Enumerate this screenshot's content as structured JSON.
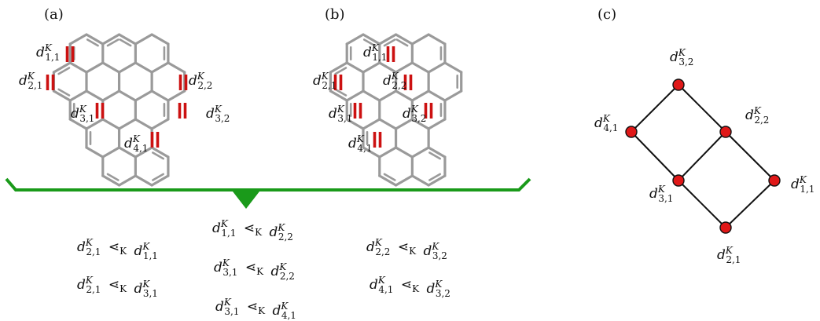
{
  "panels": {
    "a": "(a)",
    "b": "(b)",
    "c": "(c)"
  },
  "colors": {
    "bonds": "#9a9a9a",
    "highlight": "#cc1111",
    "bracket": "#1a9a1a",
    "node": "#e01818",
    "edge": "#111111"
  },
  "panel_a_labels": [
    {
      "base": "d",
      "sup": "K",
      "sub": "1,1"
    },
    {
      "base": "d",
      "sup": "K",
      "sub": "2,1"
    },
    {
      "base": "d",
      "sup": "K",
      "sub": "2,2"
    },
    {
      "base": "d",
      "sup": "K",
      "sub": "3,1"
    },
    {
      "base": "d",
      "sup": "K",
      "sub": "3,2"
    },
    {
      "base": "d",
      "sup": "K",
      "sub": "4,1"
    }
  ],
  "panel_b_labels": [
    {
      "base": "d",
      "sup": "K",
      "sub": "1,1"
    },
    {
      "base": "d",
      "sup": "K",
      "sub": "2,1"
    },
    {
      "base": "d",
      "sup": "K",
      "sub": "2,2"
    },
    {
      "base": "d",
      "sup": "K",
      "sub": "3,1"
    },
    {
      "base": "d",
      "sup": "K",
      "sub": "3,2"
    },
    {
      "base": "d",
      "sup": "K",
      "sub": "4,1"
    }
  ],
  "panel_c_nodes": [
    {
      "id": "3,2",
      "label": {
        "base": "d",
        "sup": "K",
        "sub": "3,2"
      }
    },
    {
      "id": "4,1",
      "label": {
        "base": "d",
        "sup": "K",
        "sub": "4,1"
      }
    },
    {
      "id": "2,2",
      "label": {
        "base": "d",
        "sup": "K",
        "sub": "2,2"
      }
    },
    {
      "id": "3,1",
      "label": {
        "base": "d",
        "sup": "K",
        "sub": "3,1"
      }
    },
    {
      "id": "1,1",
      "label": {
        "base": "d",
        "sup": "K",
        "sub": "1,1"
      }
    },
    {
      "id": "2,1",
      "label": {
        "base": "d",
        "sup": "K",
        "sub": "2,1"
      }
    }
  ],
  "panel_c_edges": [
    [
      "3,2",
      "4,1"
    ],
    [
      "3,2",
      "2,2"
    ],
    [
      "4,1",
      "3,1"
    ],
    [
      "2,2",
      "3,1"
    ],
    [
      "2,2",
      "1,1"
    ],
    [
      "3,1",
      "2,1"
    ],
    [
      "1,1",
      "2,1"
    ]
  ],
  "relations": [
    {
      "left": {
        "base": "d",
        "sup": "K",
        "sub": "2,1"
      },
      "op": "⋖",
      "opsub": "K",
      "right": {
        "base": "d",
        "sup": "K",
        "sub": "1,1"
      }
    },
    {
      "left": {
        "base": "d",
        "sup": "K",
        "sub": "2,1"
      },
      "op": "⋖",
      "opsub": "K",
      "right": {
        "base": "d",
        "sup": "K",
        "sub": "3,1"
      }
    },
    {
      "left": {
        "base": "d",
        "sup": "K",
        "sub": "1,1"
      },
      "op": "⋖",
      "opsub": "K",
      "right": {
        "base": "d",
        "sup": "K",
        "sub": "2,2"
      }
    },
    {
      "left": {
        "base": "d",
        "sup": "K",
        "sub": "3,1"
      },
      "op": "⋖",
      "opsub": "K",
      "right": {
        "base": "d",
        "sup": "K",
        "sub": "2,2"
      }
    },
    {
      "left": {
        "base": "d",
        "sup": "K",
        "sub": "3,1"
      },
      "op": "⋖",
      "opsub": "K",
      "right": {
        "base": "d",
        "sup": "K",
        "sub": "4,1"
      }
    },
    {
      "left": {
        "base": "d",
        "sup": "K",
        "sub": "2,2"
      },
      "op": "⋖",
      "opsub": "K",
      "right": {
        "base": "d",
        "sup": "K",
        "sub": "3,2"
      }
    },
    {
      "left": {
        "base": "d",
        "sup": "K",
        "sub": "4,1"
      },
      "op": "⋖",
      "opsub": "K",
      "right": {
        "base": "d",
        "sup": "K",
        "sub": "3,2"
      }
    }
  ]
}
